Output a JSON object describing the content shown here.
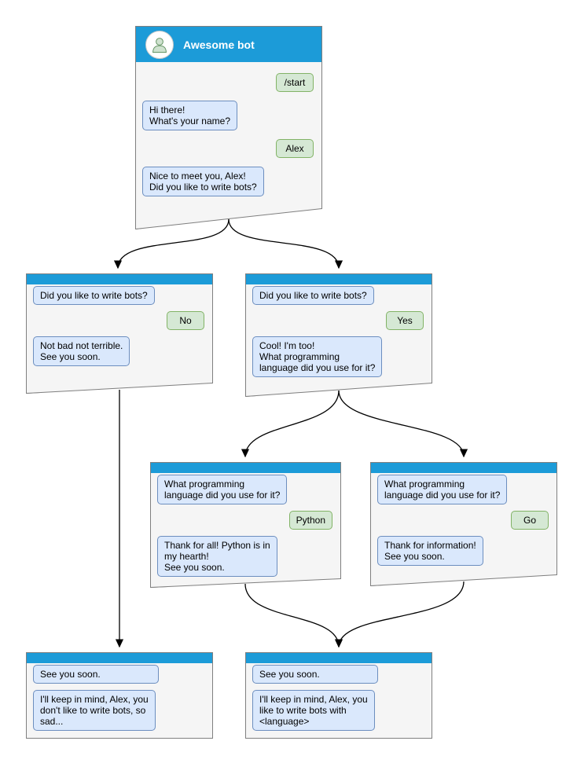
{
  "colors": {
    "header_blue": "#1c9bd8",
    "bot_bubble_bg": "#dae8fc",
    "bot_bubble_border": "#6c8ebf",
    "user_bubble_bg": "#d5e8d4",
    "user_bubble_border": "#82b366",
    "window_bg": "#f5f5f5",
    "window_border": "#7f7f7f",
    "connector": "#000000"
  },
  "windows": [
    {
      "id": "root",
      "title": "Awesome bot",
      "messages": [
        {
          "from": "user",
          "text": "/start"
        },
        {
          "from": "bot",
          "text": "Hi there!\nWhat's your name?"
        },
        {
          "from": "user",
          "text": "Alex"
        },
        {
          "from": "bot",
          "text": "Nice to meet you, Alex!\nDid you like to write bots?"
        }
      ]
    },
    {
      "id": "branch-no",
      "messages": [
        {
          "from": "bot",
          "text": "Did you like to write bots?"
        },
        {
          "from": "user",
          "text": "No"
        },
        {
          "from": "bot",
          "text": "Not bad not terrible.\nSee you soon."
        }
      ]
    },
    {
      "id": "branch-yes",
      "messages": [
        {
          "from": "bot",
          "text": "Did you like to write bots?"
        },
        {
          "from": "user",
          "text": "Yes"
        },
        {
          "from": "bot",
          "text": "Cool! I'm too!\nWhat programming\nlanguage did you use for it?"
        }
      ]
    },
    {
      "id": "branch-python",
      "messages": [
        {
          "from": "bot",
          "text": "What programming\nlanguage did you use for it?"
        },
        {
          "from": "user",
          "text": "Python"
        },
        {
          "from": "bot",
          "text": "Thank for all! Python is in\nmy hearth!\nSee you soon."
        }
      ]
    },
    {
      "id": "branch-go",
      "messages": [
        {
          "from": "bot",
          "text": "What programming\nlanguage did you use for it?"
        },
        {
          "from": "user",
          "text": "Go"
        },
        {
          "from": "bot",
          "text": "Thank for information!\nSee you soon."
        }
      ]
    },
    {
      "id": "end-no",
      "messages": [
        {
          "from": "bot",
          "text": "See you soon."
        },
        {
          "from": "bot",
          "text": "I'll keep in mind, Alex, you\ndon't like to write bots, so\nsad..."
        }
      ]
    },
    {
      "id": "end-yes",
      "messages": [
        {
          "from": "bot",
          "text": "See you soon."
        },
        {
          "from": "bot",
          "text": "I'll keep in mind, Alex, you\nlike to write bots with\n<language>"
        }
      ]
    }
  ],
  "connections": [
    {
      "from": "root",
      "to": "branch-no"
    },
    {
      "from": "root",
      "to": "branch-yes"
    },
    {
      "from": "branch-no",
      "to": "end-no"
    },
    {
      "from": "branch-yes",
      "to": "branch-python"
    },
    {
      "from": "branch-yes",
      "to": "branch-go"
    },
    {
      "from": "branch-python",
      "to": "end-yes"
    },
    {
      "from": "branch-go",
      "to": "end-yes"
    }
  ]
}
